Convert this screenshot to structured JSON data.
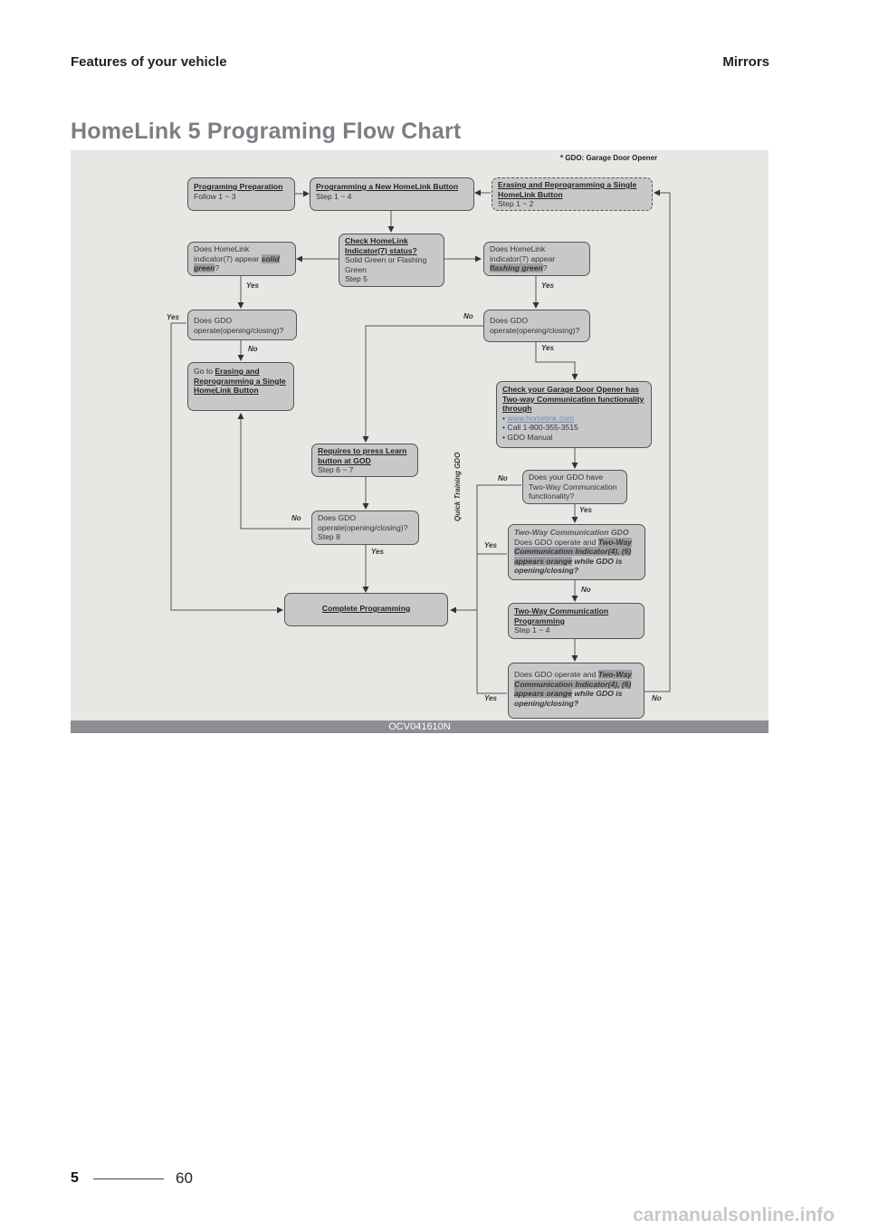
{
  "header": {
    "section": "Features of your vehicle",
    "topic": "Mirrors"
  },
  "title": "HomeLink 5 Programing Flow Chart",
  "figure": {
    "note": "* GDO: Garage Door Opener",
    "caption": "OCV041610N",
    "quick_training_label": "Quick Training GDO",
    "nodes": {
      "prep": {
        "title": "Programing Preparation",
        "sub": "Follow 1 ~ 3"
      },
      "new_button": {
        "title": "Programming a New HomeLink Button",
        "sub": "Step 1 ~ 4"
      },
      "erase": {
        "title": "Erasing and Reprogramming a Single HomeLink Button",
        "sub": "Step 1 ~ 2"
      },
      "check_status": {
        "title": "Check HomeLink Indicator(7) status?",
        "sub1": "Solid Green or Flashing Green",
        "sub2": "Step 5"
      },
      "solid": {
        "text": "Does HomeLink indicator(7) appear",
        "hl": "solid green",
        "end": "?"
      },
      "flashing": {
        "text": "Does HomeLink indicator(7) appear",
        "hl": "flashing green",
        "end": "?"
      },
      "gdo_left": {
        "text": "Does GDO operate(opening/closing)?"
      },
      "gdo_right": {
        "text": "Does GDO operate(opening/closing)?"
      },
      "goto_erase": {
        "pre": "Go to",
        "title": "Erasing and Reprogramming a Single HomeLink Button"
      },
      "check_two_way": {
        "title": "Check your Garage Door Opener has Two-way Communication functionality through",
        "b1": "www.homelink.com",
        "b2": "Call 1-800-355-3515",
        "b3": "GDO Manual"
      },
      "learn": {
        "title": "Requires to press Learn button at GOD",
        "sub": "Step 6 ~ 7"
      },
      "two_way_q": {
        "text": "Does your GDO have Two-Way Communication functionality?"
      },
      "gdo_step8": {
        "text": "Does GDO operate(opening/closing)?",
        "sub": "Step 8"
      },
      "two_way_gdo": {
        "title": "Two-Way Communication GDO",
        "pre": "Does GDO operate and",
        "hl1": "Two-Way Communication Indicator(4), (6) appears orange",
        "post": "while GDO is opening/closing?"
      },
      "complete": {
        "title": "Complete Programming"
      },
      "two_way_prog": {
        "title": "Two-Way Communication Programming",
        "sub": "Step 1 ~ 4"
      },
      "final_q": {
        "pre": "Does GDO operate and",
        "hl1": "Two-Way Communication Indicator(4), (6) appears orange",
        "post": "while GDO is opening/closing?"
      }
    },
    "labels": {
      "yes": "Yes",
      "no": "No"
    }
  },
  "footer": {
    "chapter": "5",
    "page": "60"
  },
  "watermark": "carmanualsonline.info"
}
